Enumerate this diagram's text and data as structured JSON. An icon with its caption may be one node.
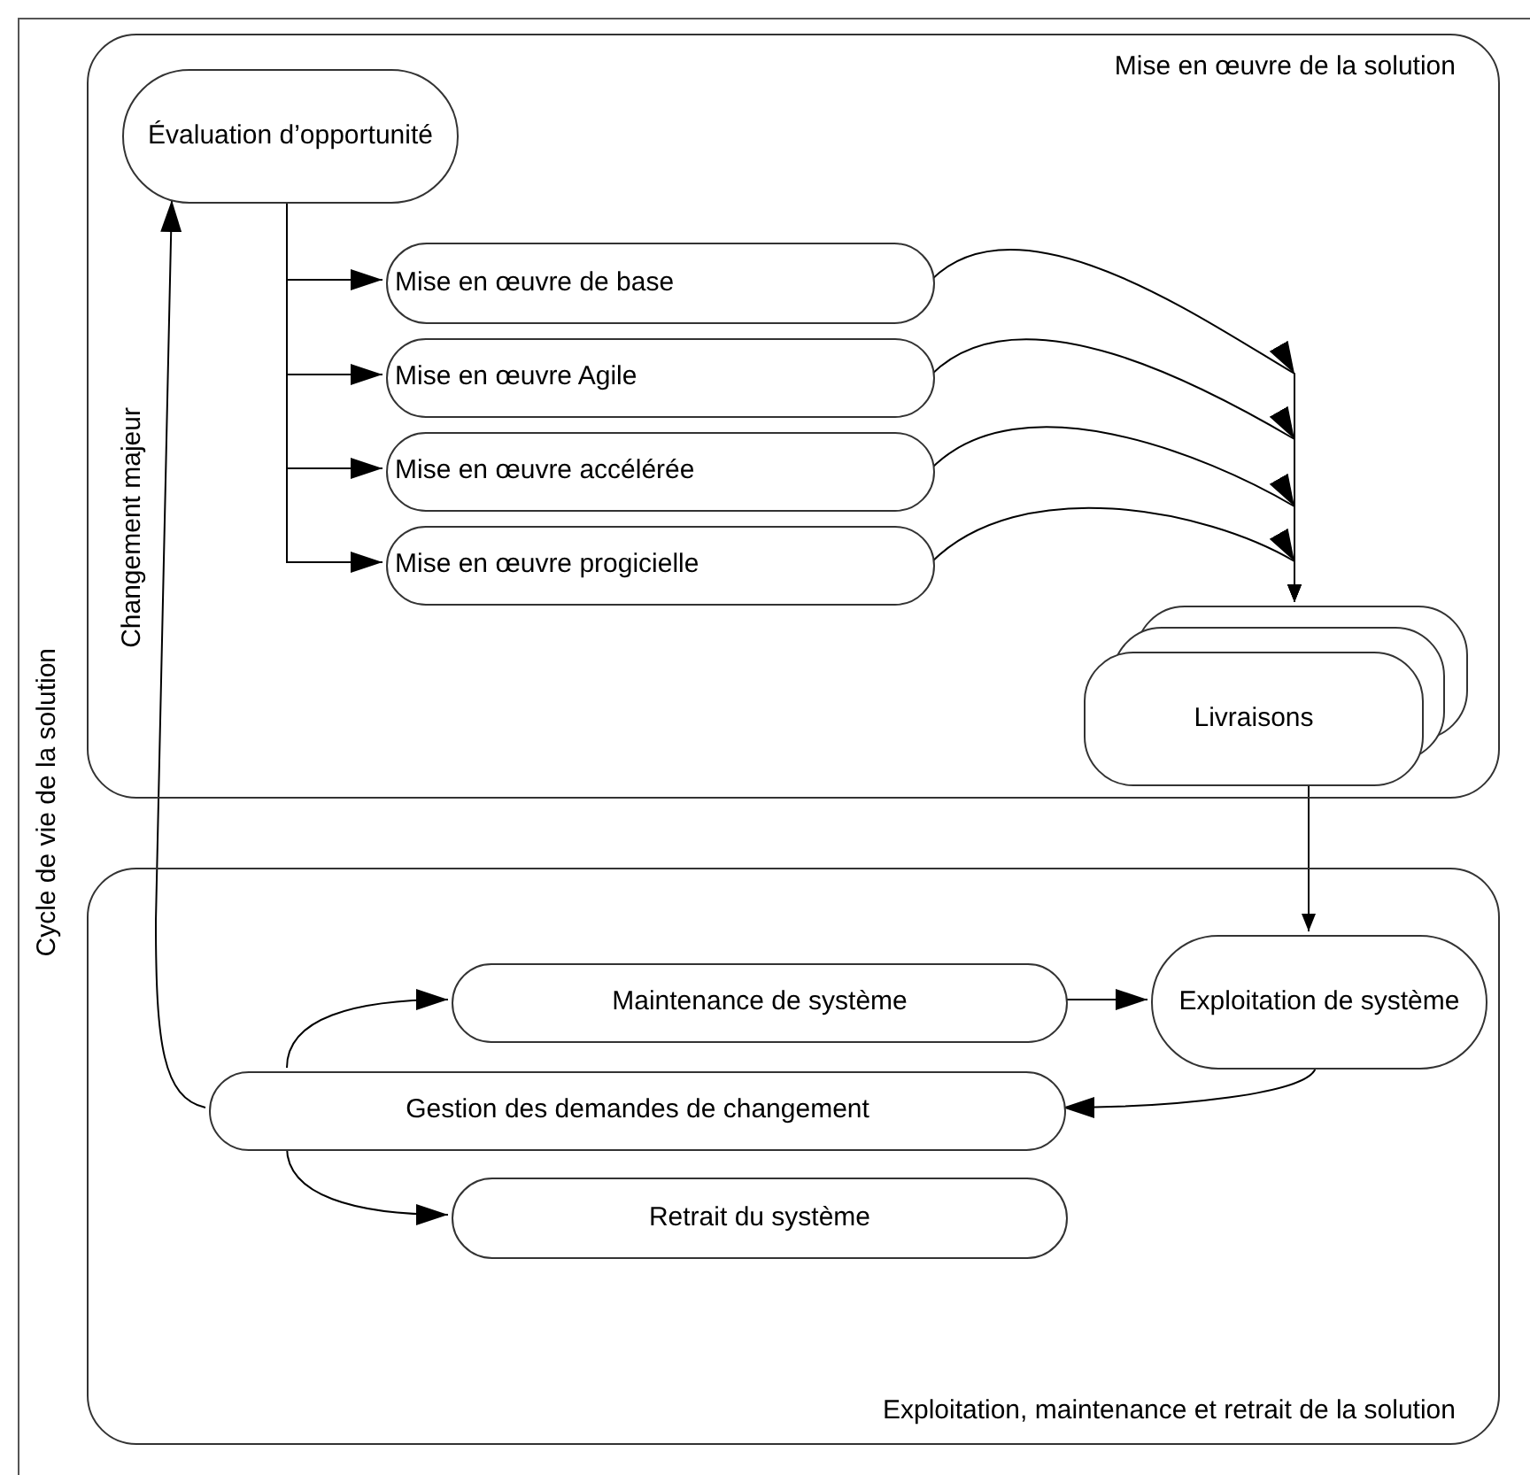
{
  "diagram": {
    "nodes": [
      {
        "text": [
          "Cycle de vie de la solution"
        ]
      },
      {
        "text": [
          "Mise en œuvre de la solution"
        ],
        "in": 0
      },
      {
        "text": [
          "Évaluation d’opportunité"
        ],
        "in": 1
      },
      {
        "text": [
          "Mise en œuvre de base"
        ],
        "in": 1
      },
      {
        "text": [
          "Mise en œuvre Agile"
        ],
        "in": 1
      },
      {
        "text": [
          "Mise en œuvre accélérée"
        ],
        "in": 1
      },
      {
        "text": [
          "Mise en œuvre progicielle"
        ],
        "in": 1
      },
      {
        "text": [
          "Livraisons"
        ],
        "in": 1
      },
      {
        "text": [
          "Exploitation, maintenance et retrait de la solution"
        ],
        "in": 0
      },
      {
        "text": [
          "Maintenance de système"
        ],
        "in": 8
      },
      {
        "text": [
          "Exploitation de système"
        ],
        "in": 8
      },
      {
        "text": [
          "Gestion des demandes de changement"
        ],
        "in": 8
      },
      {
        "text": [
          "Retrait du système"
        ],
        "in": 8
      }
    ],
    "edges": [
      {
        "from": 2,
        "to": 3,
        "arrow": "to"
      },
      {
        "from": 2,
        "to": 4,
        "arrow": "to"
      },
      {
        "from": 2,
        "to": 5,
        "arrow": "to"
      },
      {
        "from": 2,
        "to": 6,
        "arrow": "to"
      },
      {
        "from": 3,
        "to": 7,
        "arrow": "to"
      },
      {
        "from": 4,
        "to": 7,
        "arrow": "to"
      },
      {
        "from": 5,
        "to": 7,
        "arrow": "to"
      },
      {
        "from": 6,
        "to": 7,
        "arrow": "to"
      },
      {
        "from": 7,
        "to": 10,
        "arrow": "to"
      },
      {
        "from": 9,
        "to": 10,
        "arrow": "to"
      },
      {
        "from": 10,
        "to": 11,
        "arrow": "to"
      },
      {
        "from": 11,
        "to": 9,
        "arrow": "to"
      },
      {
        "from": 11,
        "to": 12,
        "arrow": "to"
      },
      {
        "from": 11,
        "to": 2,
        "label": "Changement majeur",
        "arrow": "to"
      }
    ]
  }
}
